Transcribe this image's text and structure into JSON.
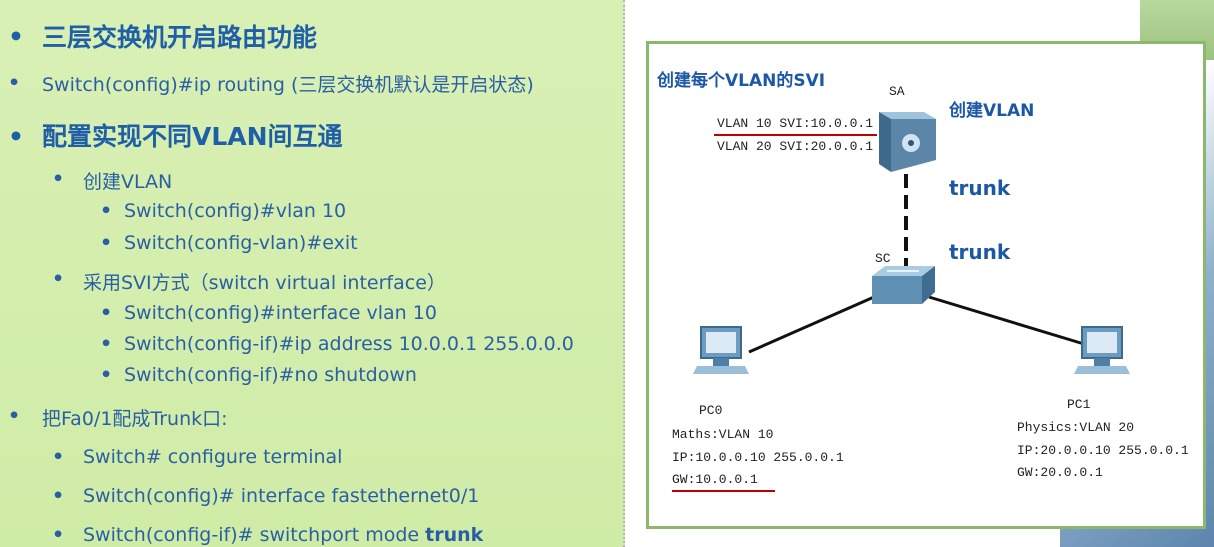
{
  "slide": {
    "items": [
      {
        "text": "三层交换机开启路由功能"
      },
      {
        "text": "Switch(config)#ip routing   (三层交换机默认是开启状态)"
      },
      {
        "text": "配置实现不同VLAN间互通"
      },
      {
        "text": "创建VLAN"
      },
      {
        "text": "Switch(config)#vlan 10"
      },
      {
        "text": "Switch(config-vlan)#exit"
      },
      {
        "text": "采用SVI方式（switch virtual interface）"
      },
      {
        "text": "Switch(config)#interface vlan 10"
      },
      {
        "text": "Switch(config-if)#ip address 10.0.0.1 255.0.0.0"
      },
      {
        "text": "Switch(config-if)#no shutdown"
      },
      {
        "text": "把Fa0/1配成Trunk口:"
      },
      {
        "text": "Switch# configure terminal"
      },
      {
        "text": "Switch(config)# interface fastethernet0/1"
      },
      {
        "text_prefix": "Switch(config-if)# switchport mode ",
        "text_bold": "trunk"
      }
    ]
  },
  "diagram": {
    "title": "创建每个VLAN的SVI",
    "sa_label": "SA",
    "create_vlan": "创建VLAN",
    "svi_line1": "VLAN 10 SVI:10.0.0.1",
    "svi_line2": "VLAN 20 SVI:20.0.0.1",
    "trunk_top": "trunk",
    "trunk_bottom": "trunk",
    "sc_label": "SC",
    "pc0": {
      "name": "PC0",
      "line1": "Maths:VLAN 10",
      "line2": "IP:10.0.0.10 255.0.0.1",
      "line3": "GW:10.0.0.1"
    },
    "pc1": {
      "name": "PC1",
      "line1": "Physics:VLAN 20",
      "line2": "IP:20.0.0.10 255.0.0.1",
      "line3": "GW:20.0.0.1"
    }
  },
  "colors": {
    "accent_blue": "#1d58a5",
    "underline_red": "#c00000",
    "panel_green": "#d3eeac"
  }
}
